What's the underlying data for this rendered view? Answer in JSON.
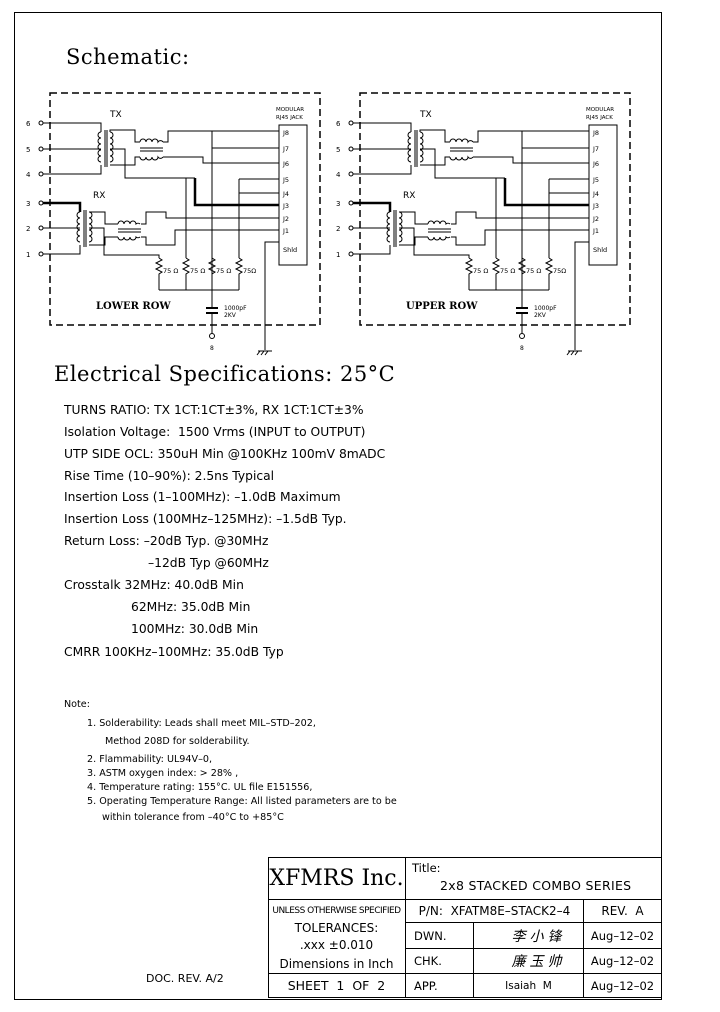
{
  "schematic": {
    "title": "Schematic:",
    "blocks": [
      {
        "row_label": "LOWER ROW"
      },
      {
        "row_label": "UPPER ROW"
      }
    ],
    "labels": {
      "tx": "TX",
      "rx": "RX",
      "jack_line1": "MODULAR",
      "jack_line2": "RJ45 JACK",
      "jack_pins": [
        "J8",
        "J7",
        "J6",
        "J5",
        "J4",
        "J3",
        "J2",
        "J1",
        "Shld"
      ],
      "left_pins": [
        "6",
        "5",
        "4",
        "3",
        "2",
        "1"
      ],
      "resistors": [
        "75 Ω",
        "75 Ω",
        "75 Ω",
        "75Ω"
      ],
      "cap_value": "1000pF",
      "cap_voltage": "2KV",
      "cap_pin": "8"
    }
  },
  "specs": {
    "title": "Electrical Specifications: 25°C",
    "lines": [
      "TURNS RATIO: TX 1CT:1CT±3%, RX 1CT:1CT±3%",
      "Isolation Voltage:  1500 Vrms (INPUT to OUTPUT)",
      "UTP SIDE OCL: 350uH Min @100KHz 100mV 8mADC",
      "Rise Time (10–90%): 2.5ns Typical",
      "Insertion Loss (1–100MHz): –1.0dB Maximum",
      "Insertion Loss (100MHz–125MHz): –1.5dB Typ.",
      "Return Loss: –20dB Typ. @30MHz",
      "–12dB Typ @60MHz",
      "Crosstalk 32MHz: 40.0dB Min",
      "62MHz: 35.0dB Min",
      "100MHz: 30.0dB Min",
      "CMRR 100KHz–100MHz: 35.0dB Typ"
    ]
  },
  "notes": {
    "title": "Note:",
    "items": [
      "1. Solderability: Leads shall meet MIL–STD–202,",
      "Method 208D for solderability.",
      "2. Flammability: UL94V–0,",
      "3. ASTM oxygen index: > 28% ,",
      "4. Temperature rating: 155°C. UL file E151556,",
      "5. Operating Temperature Range: All listed parameters are to be",
      "within tolerance from –40°C to +85°C"
    ]
  },
  "doc_rev": "DOC. REV. A/2",
  "title_block": {
    "company": "XFMRS Inc.",
    "title_label": "Title:",
    "title": "2x8 STACKED COMBO SERIES",
    "unless": "UNLESS OTHERWISE SPECIFIED",
    "tolerances": "TOLERANCES:",
    "tolerance_value": ".xxx ±0.010",
    "dimensions": "Dimensions in Inch",
    "sheet": "SHEET  1  OF  2",
    "pn": "P/N:  XFATM8E–STACK2–4",
    "rev": "REV.  A",
    "rows": [
      {
        "role": "DWN.",
        "name": "李小锋",
        "date": "Aug–12–02"
      },
      {
        "role": "CHK.",
        "name": "廉玉帅",
        "date": "Aug–12–02"
      },
      {
        "role": "APP.",
        "name": "Isaiah  M",
        "date": "Aug–12–02"
      }
    ]
  }
}
